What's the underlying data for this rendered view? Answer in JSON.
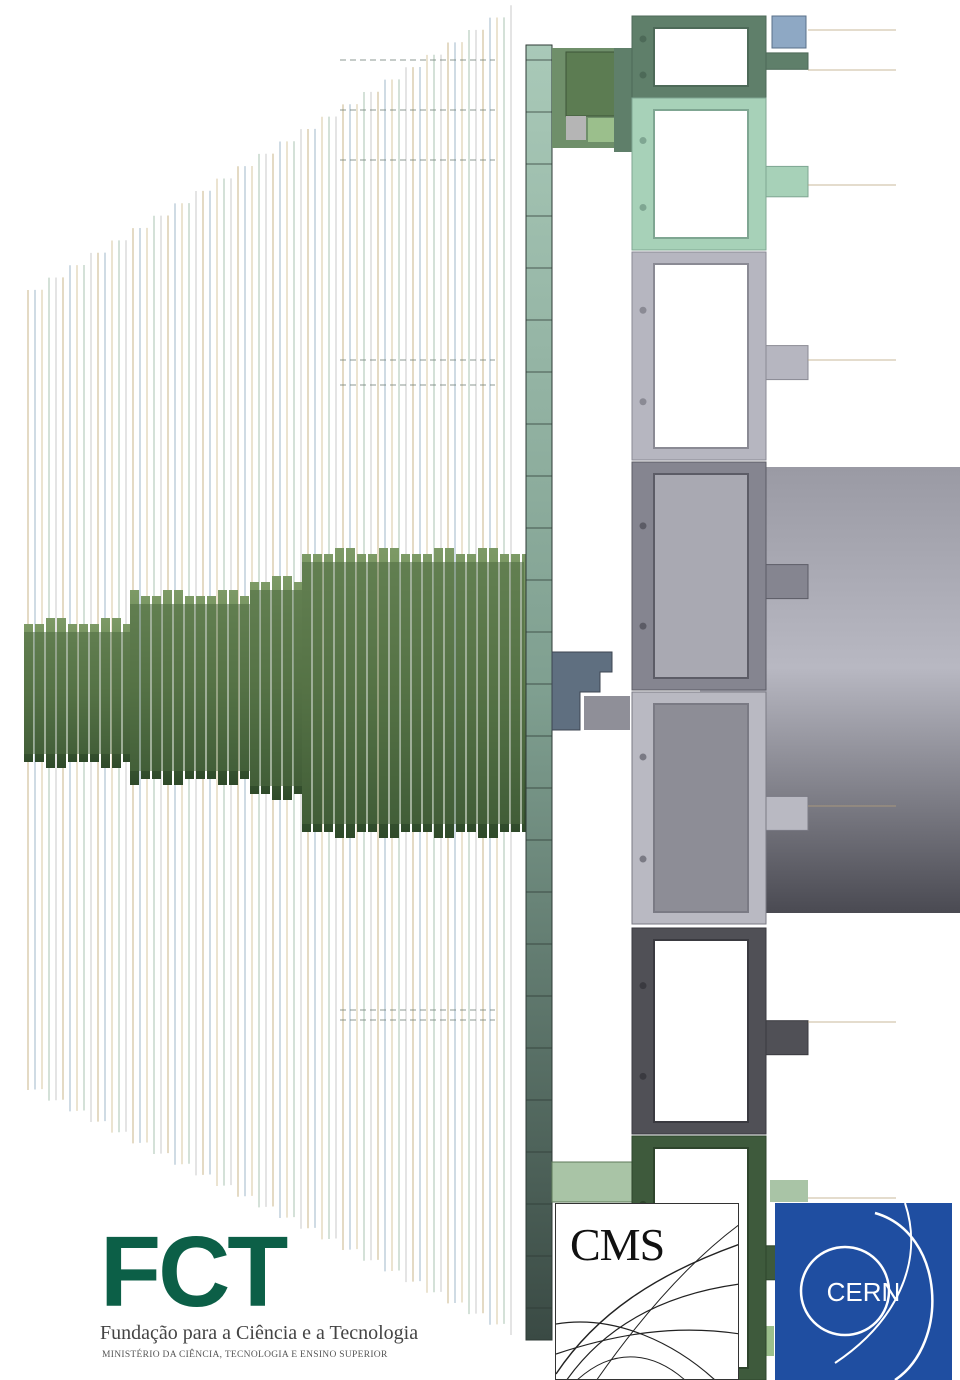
{
  "figure": {
    "background": "#ffffff",
    "elements": [
      "sensor-line-array",
      "green-cable-stack",
      "vertical-support-plate",
      "modular-frame-stack",
      "gray-cylinder"
    ]
  },
  "colors": {
    "green_dark": "#3f5e34",
    "green_light": "#6f8f5a",
    "plate_light": "#a9c9b8",
    "plate_dark": "#3f4f48",
    "frame_green": "#5f7f6a",
    "frame_mint": "#a7d1b8",
    "frame_silver": "#b6b6c0",
    "frame_gray": "#858590",
    "frame_charcoal": "#505056",
    "cylinder": "#8a8b94",
    "fct_green": "#0c5f47",
    "cern_blue": "#1f4ea1"
  },
  "logos": {
    "fct": {
      "mark": "FCT",
      "name": "Fundação para a Ciência e a Tecnologia",
      "ministry": "MINISTÉRIO DA CIÊNCIA, TECNOLOGIA E ENSINO SUPERIOR"
    },
    "cms": {
      "mark": "CMS"
    },
    "cern": {
      "mark": "CERN"
    }
  }
}
